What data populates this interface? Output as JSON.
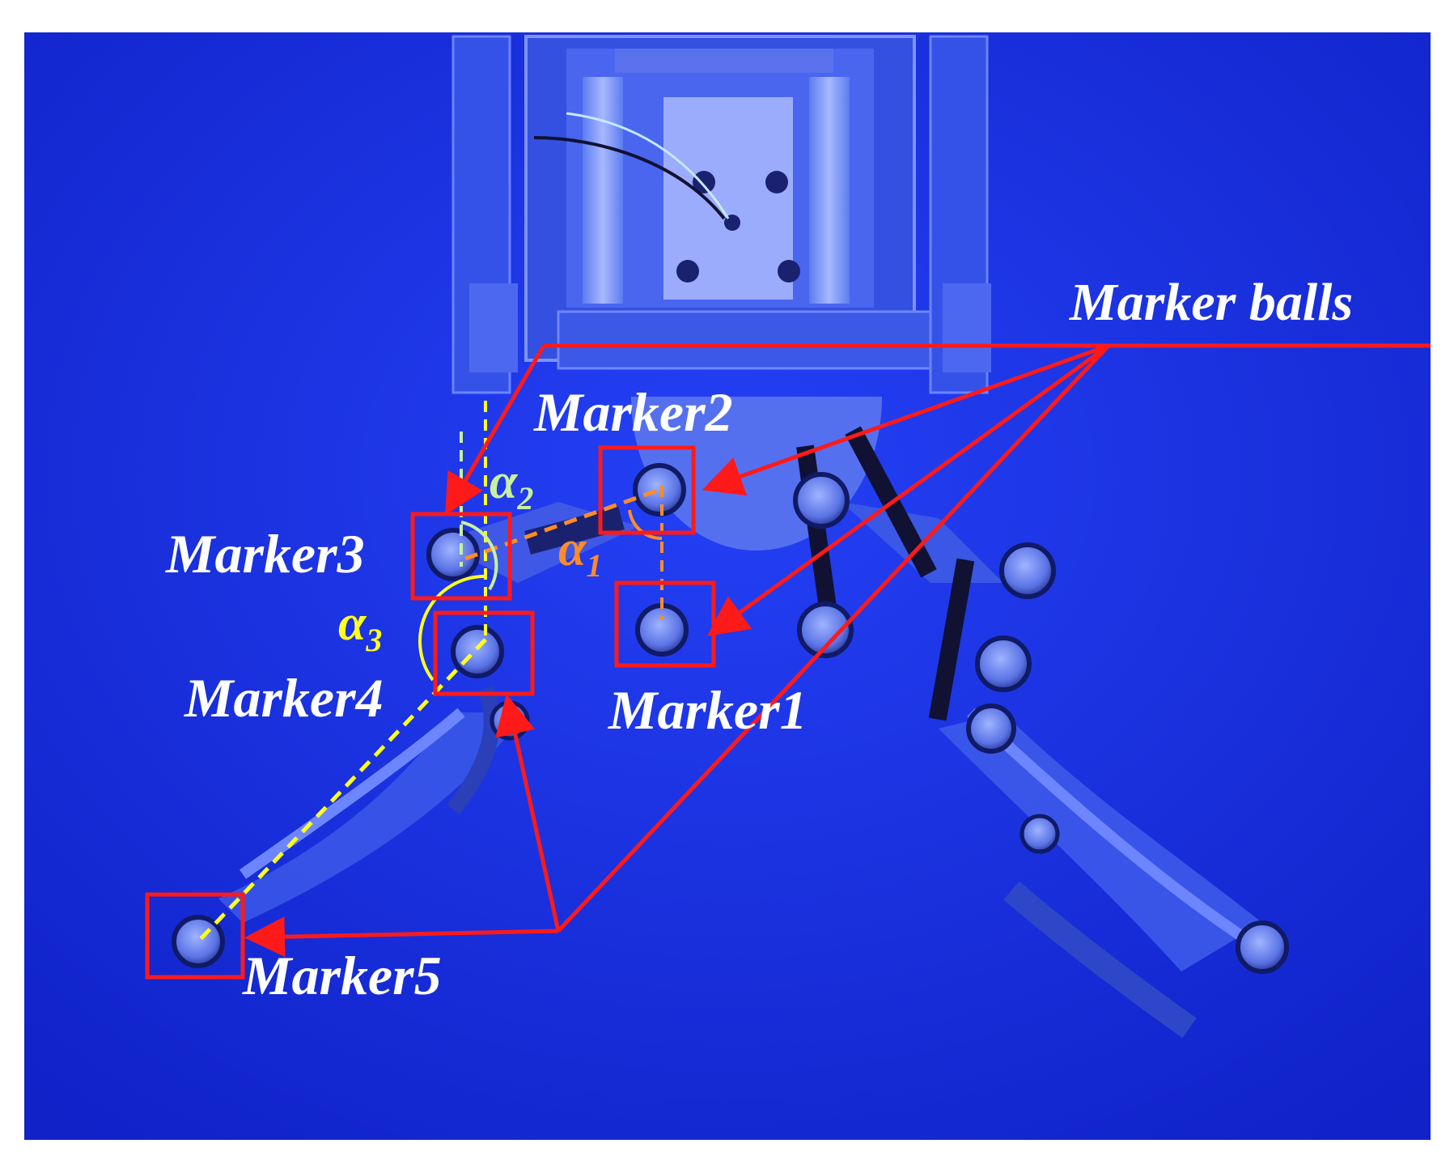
{
  "labels": {
    "marker_balls": "Marker balls",
    "marker1": "Marker1",
    "marker2": "Marker2",
    "marker3": "Marker3",
    "marker4": "Marker4",
    "marker5": "Marker5"
  },
  "angles": {
    "alpha1": {
      "symbol": "α",
      "subscript": "1"
    },
    "alpha2": {
      "symbol": "α",
      "subscript": "2"
    },
    "alpha3": {
      "symbol": "α",
      "subscript": "3"
    }
  },
  "colors": {
    "background": "#1a2fe8",
    "annotation_red": "#ff1a1a",
    "label_white": "#ffffff",
    "alpha1_orange": "#ff8c2a",
    "alpha2_pale_green": "#c8f0a0",
    "alpha3_yellow": "#ffff20"
  }
}
